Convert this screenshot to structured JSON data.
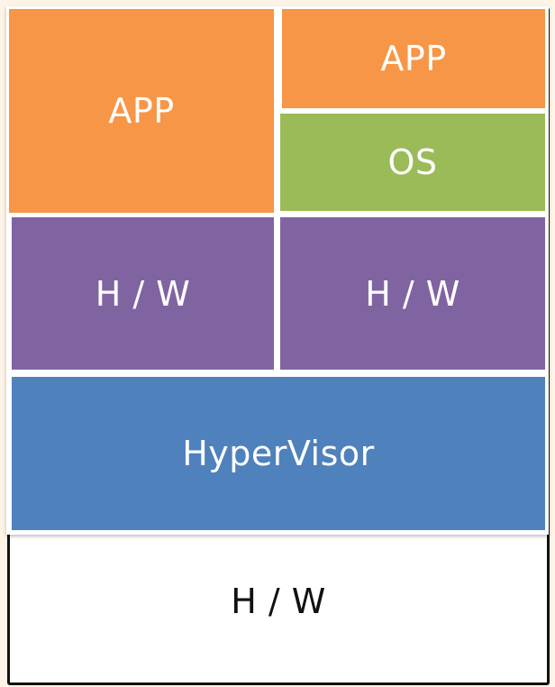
{
  "diagram": {
    "app_left": "APP",
    "app_right": "APP",
    "os_right": "OS",
    "hw_left": "H / W",
    "hw_right": "H / W",
    "hypervisor": "HyperVisor",
    "hw_base": "H / W"
  },
  "colors": {
    "app": "#f79646",
    "os": "#9bbb59",
    "virtual_hw": "#8064a2",
    "hypervisor": "#4f81bd",
    "physical_hw": "#ffffff"
  }
}
